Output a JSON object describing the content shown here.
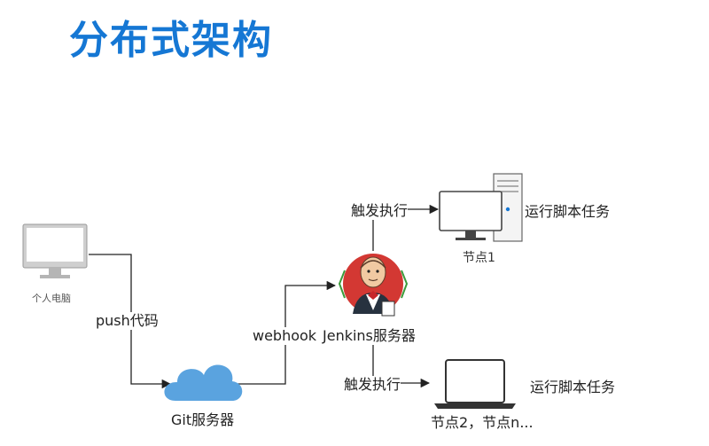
{
  "title": "分布式架构",
  "nodes": {
    "pc": "个人电脑",
    "git": "Git服务器",
    "jenkins": "Jenkins服务器",
    "node1": "节点1",
    "node2": "节点2，节点n..."
  },
  "edges": {
    "push": "push代码",
    "webhook": "webhook",
    "trigger_top": "触发执行",
    "trigger_bottom": "触发执行"
  },
  "tasks": {
    "top": "运行脚本任务",
    "bottom": "运行脚本任务"
  },
  "colors": {
    "title": "#1577d4",
    "cloud": "#5aa3df",
    "jenkins_red": "#d33833"
  }
}
